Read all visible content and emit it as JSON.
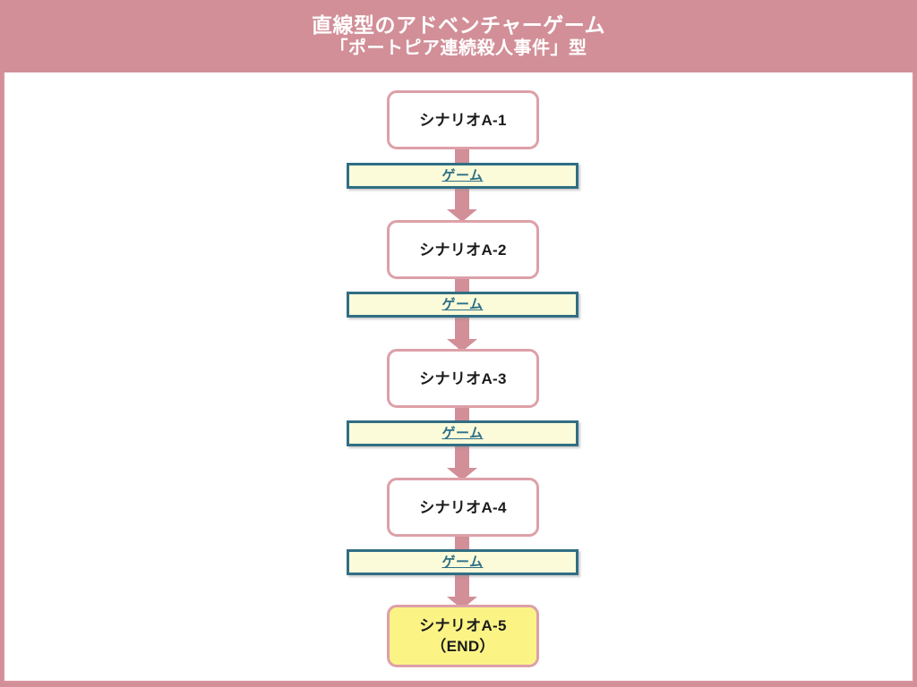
{
  "header": {
    "title_line1": "直線型のアドベンチャーゲーム",
    "title_line2": "「ポートピア連続殺人事件」型",
    "bg_color": "#d28f98",
    "text_color": "#ffffff"
  },
  "canvas": {
    "bg_color": "#ffffff",
    "border_color": "#d9949d"
  },
  "flow": {
    "node_border_color": "#dda0a8",
    "node_fill_color": "#ffffff",
    "end_node_fill_color": "#fbf485",
    "gamebar_border_color": "#316e84",
    "gamebar_fill_color": "#fbfbd9",
    "gamebar_text_color": "#2d6f87",
    "arrow_color": "#d28f98",
    "nodes": [
      {
        "id": "a1",
        "label": "シナリオA-1",
        "is_end": false
      },
      {
        "id": "a2",
        "label": "シナリオA-2",
        "is_end": false
      },
      {
        "id": "a3",
        "label": "シナリオA-3",
        "is_end": false
      },
      {
        "id": "a4",
        "label": "シナリオA-4",
        "is_end": false
      },
      {
        "id": "a5",
        "label": "シナリオA-5\n（END）",
        "is_end": true
      }
    ],
    "connectors": [
      {
        "id": "c1",
        "label": "ゲーム"
      },
      {
        "id": "c2",
        "label": "ゲーム"
      },
      {
        "id": "c3",
        "label": "ゲーム"
      },
      {
        "id": "c4",
        "label": "ゲーム"
      }
    ]
  }
}
